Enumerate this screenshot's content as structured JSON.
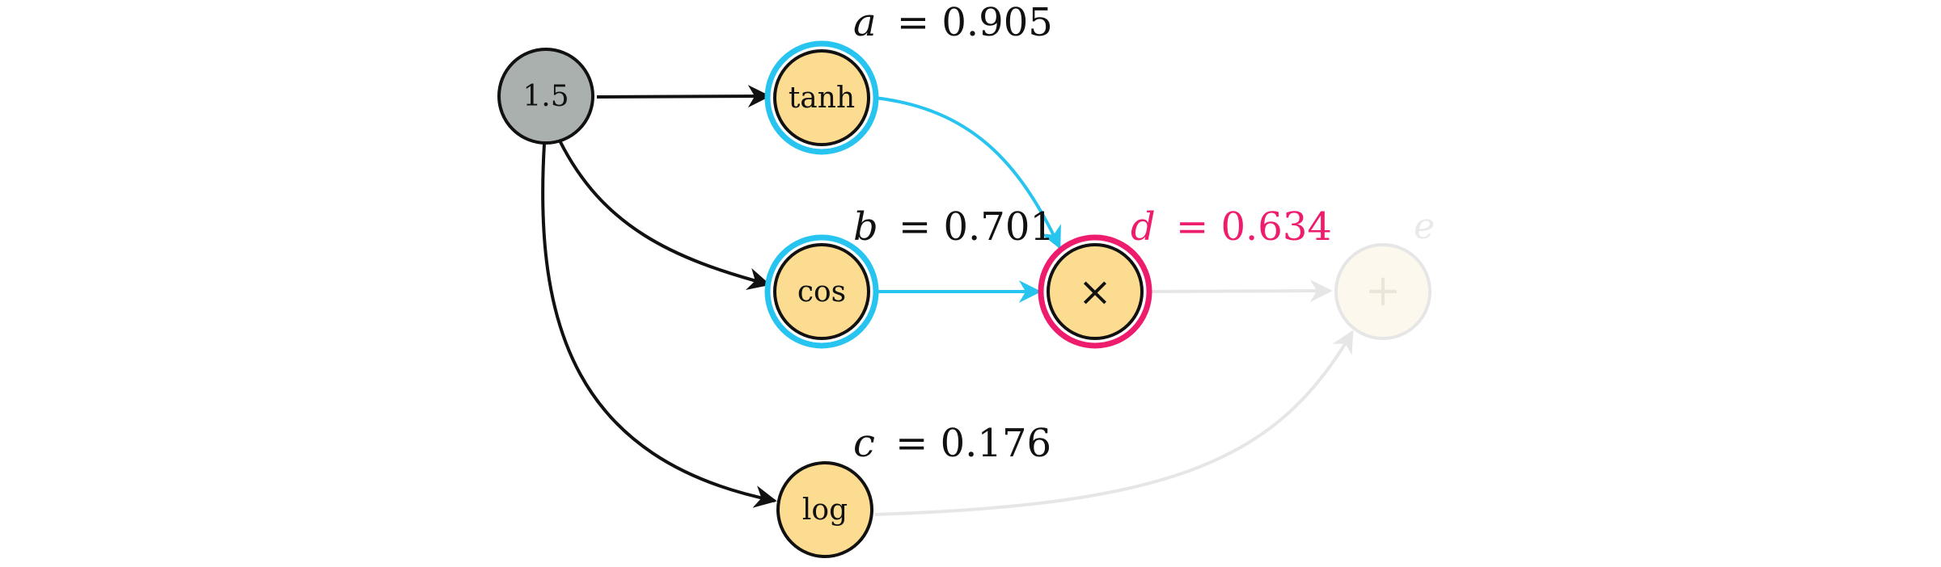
{
  "colors": {
    "input_fill": "#aab0ad",
    "op_fill": "#fcdc91",
    "stroke": "#111111",
    "highlight_blue": "#27c4f0",
    "highlight_pink": "#ee1c6d",
    "faded": "#e6e6e6",
    "faded_fill": "#fdf8ee",
    "faded_label": "#e9e9e9"
  },
  "nodes": {
    "input": {
      "label": "1.5"
    },
    "tanh": {
      "label": "tanh"
    },
    "cos": {
      "label": "cos"
    },
    "log": {
      "label": "log"
    },
    "multiply": {
      "label": "×"
    },
    "add": {
      "label": "+"
    }
  },
  "labels": {
    "a": {
      "var": "a",
      "value": "= 0.905"
    },
    "b": {
      "var": "b",
      "value": "= 0.701"
    },
    "c": {
      "var": "c",
      "value": "= 0.176"
    },
    "d": {
      "var": "d",
      "value": "= 0.634"
    },
    "e": {
      "var": "e"
    }
  }
}
